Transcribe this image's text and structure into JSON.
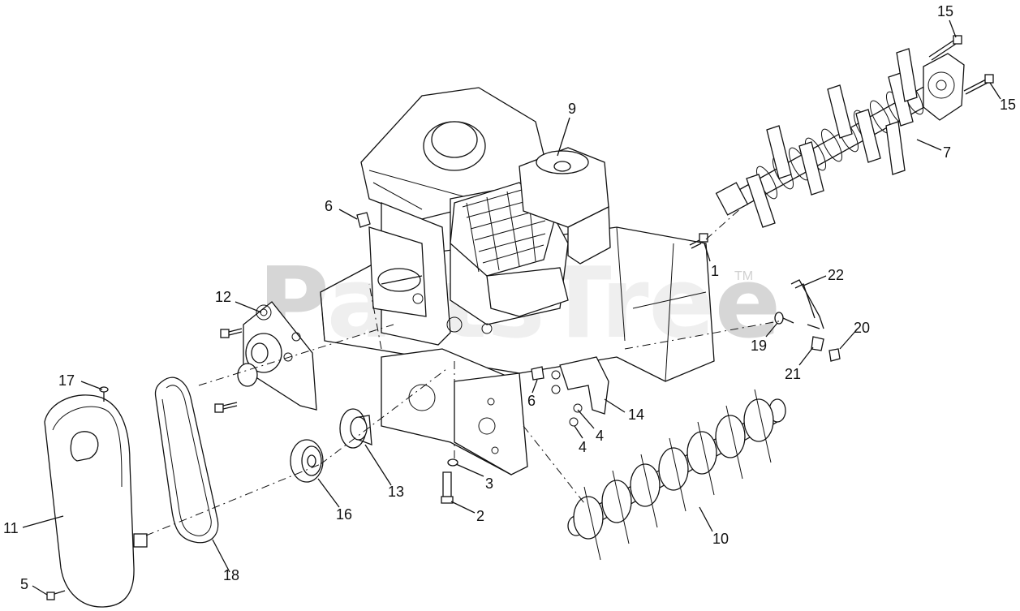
{
  "watermark": {
    "text": "PartsTree",
    "mark": "TM"
  },
  "callouts": [
    {
      "id": "c15a",
      "label": "15"
    },
    {
      "id": "c15b",
      "label": "15"
    },
    {
      "id": "c9",
      "label": "9"
    },
    {
      "id": "c7",
      "label": "7"
    },
    {
      "id": "c6a",
      "label": "6"
    },
    {
      "id": "c1",
      "label": "1"
    },
    {
      "id": "c22",
      "label": "22"
    },
    {
      "id": "c12",
      "label": "12"
    },
    {
      "id": "c20",
      "label": "20"
    },
    {
      "id": "c19",
      "label": "19"
    },
    {
      "id": "c21",
      "label": "21"
    },
    {
      "id": "c17",
      "label": "17"
    },
    {
      "id": "c6b",
      "label": "6"
    },
    {
      "id": "c14",
      "label": "14"
    },
    {
      "id": "c4a",
      "label": "4"
    },
    {
      "id": "c4b",
      "label": "4"
    },
    {
      "id": "c3",
      "label": "3"
    },
    {
      "id": "c13",
      "label": "13"
    },
    {
      "id": "c16",
      "label": "16"
    },
    {
      "id": "c2",
      "label": "2"
    },
    {
      "id": "c11",
      "label": "11"
    },
    {
      "id": "c10",
      "label": "10"
    },
    {
      "id": "c18",
      "label": "18"
    },
    {
      "id": "c5",
      "label": "5"
    }
  ]
}
